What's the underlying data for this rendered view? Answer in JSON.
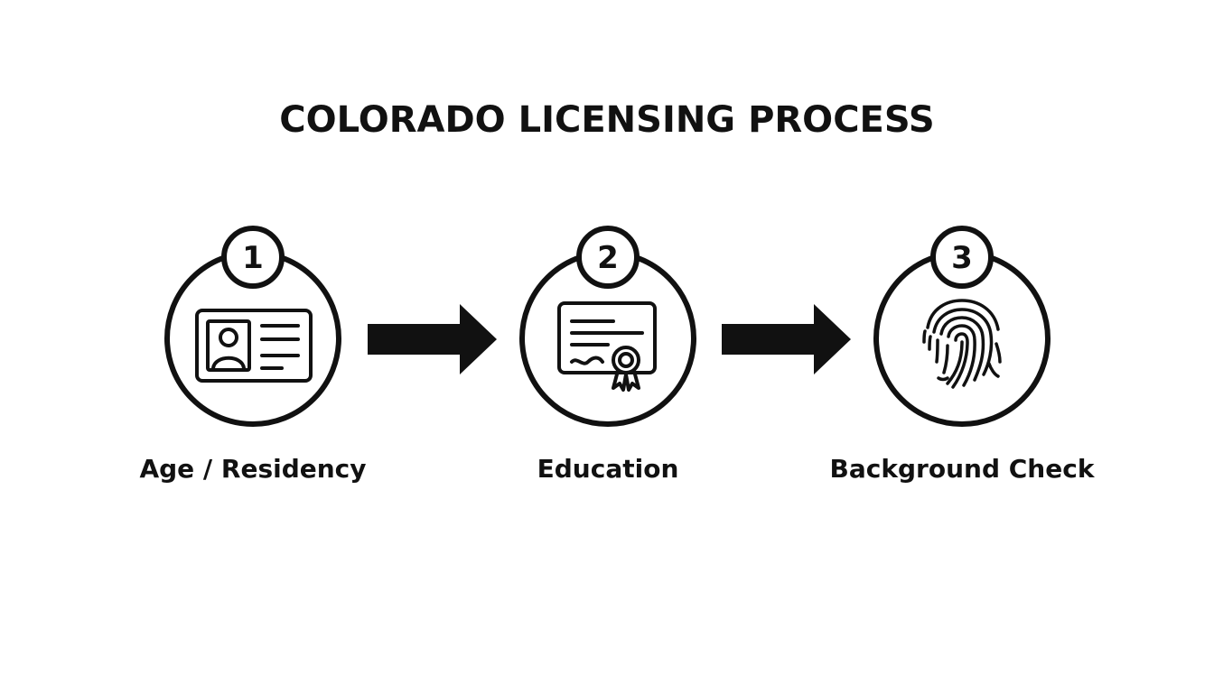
{
  "title": "COLORADO LICENSING PROCESS",
  "steps": [
    {
      "number": "1",
      "label": "Age / Residency",
      "icon": "id-card-icon"
    },
    {
      "number": "2",
      "label": "Education",
      "icon": "certificate-icon"
    },
    {
      "number": "3",
      "label": "Background Check",
      "icon": "fingerprint-icon"
    }
  ],
  "colors": {
    "stroke": "#111111",
    "background": "#ffffff"
  }
}
